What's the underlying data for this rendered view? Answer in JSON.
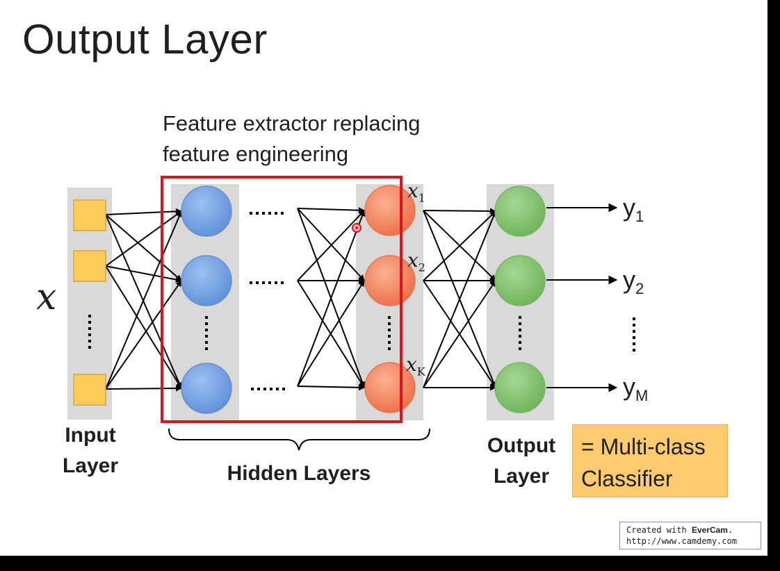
{
  "slide": {
    "title": "Output Layer",
    "caption_line1": "Feature extractor replacing",
    "caption_line2": "feature engineering",
    "input_var": "x",
    "input_label_1": "Input",
    "input_label_2": "Layer",
    "hidden_label": "Hidden Layers",
    "output_label_1": "Output",
    "output_label_2": "Layer",
    "features": [
      {
        "base": "x",
        "sub": "1"
      },
      {
        "base": "x",
        "sub": "2"
      },
      {
        "base": "x",
        "sub": "K"
      }
    ],
    "outputs": [
      {
        "base": "y",
        "sub": "1"
      },
      {
        "base": "y",
        "sub": "2"
      },
      {
        "base": "y",
        "sub": "M"
      }
    ],
    "classifier_line1": "= Multi-class",
    "classifier_line2": "Classifier",
    "colors": {
      "input_node": "#fdcb5a",
      "hidden_node": "#6d9ee2",
      "feature_node": "#f0805c",
      "output_node": "#7dc06a",
      "highlight_box": "#e3111b",
      "layer_band": "#d9d9d9"
    }
  },
  "watermark": {
    "created_with": "Created with",
    "brand": "EverCam",
    "url": "http://www.camdemy.com"
  }
}
